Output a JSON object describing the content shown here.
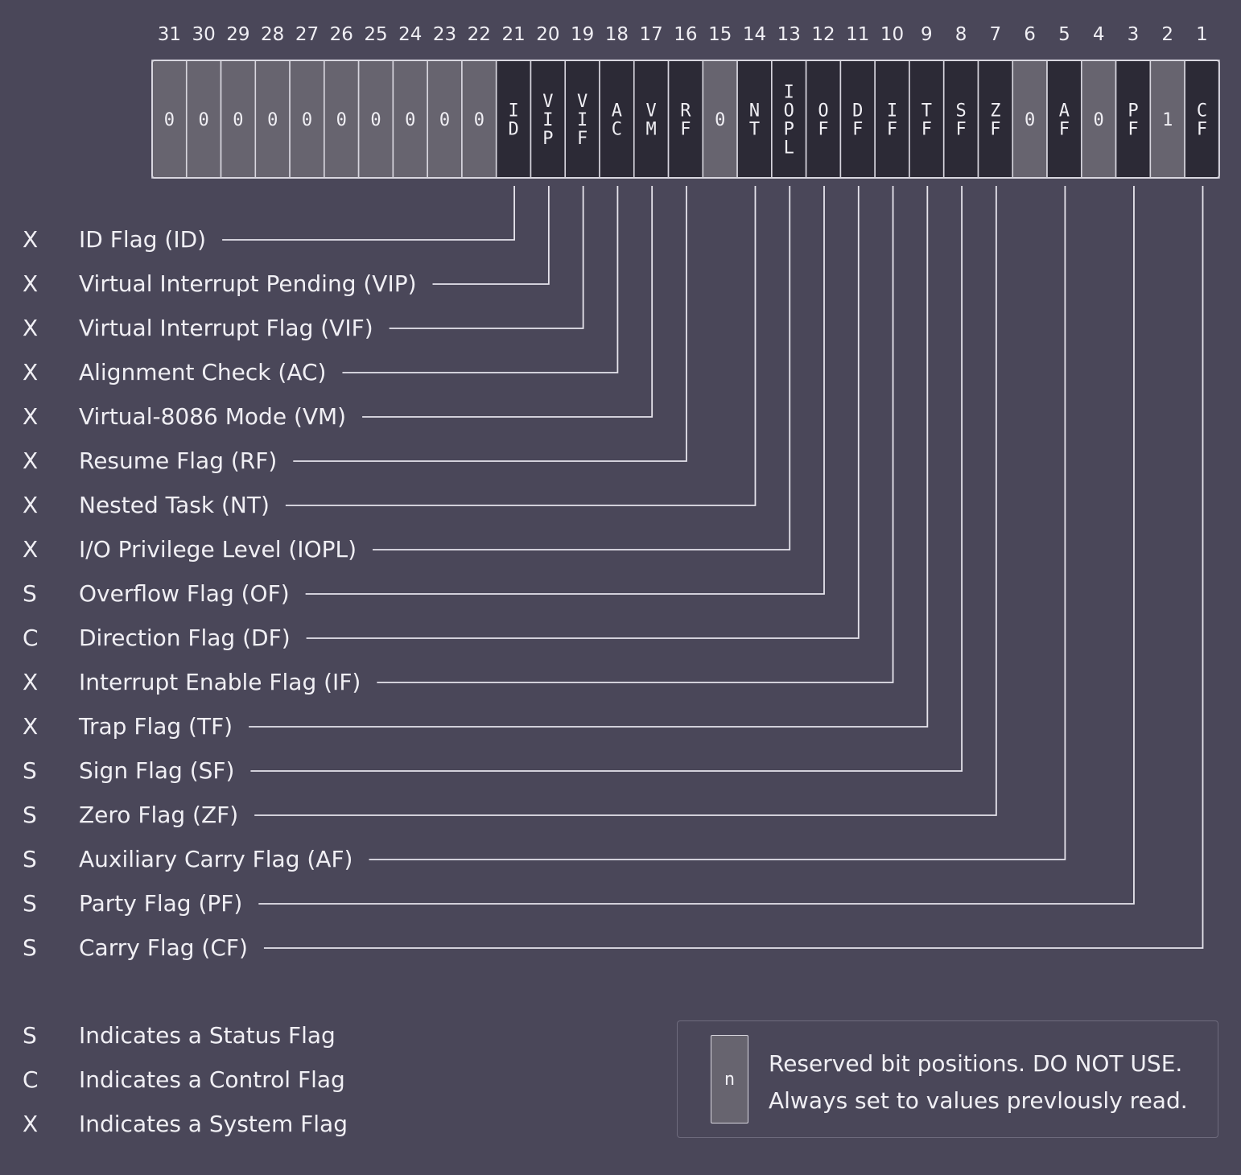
{
  "bit_numbers": [
    "31",
    "30",
    "29",
    "28",
    "27",
    "26",
    "25",
    "24",
    "23",
    "22",
    "21",
    "20",
    "19",
    "18",
    "17",
    "16",
    "15",
    "14",
    "13",
    "12",
    "11",
    "10",
    "9",
    "8",
    "7",
    "6",
    "5",
    "4",
    "3",
    "2",
    "1"
  ],
  "cells": [
    {
      "text": "0",
      "reserved": true
    },
    {
      "text": "0",
      "reserved": true
    },
    {
      "text": "0",
      "reserved": true
    },
    {
      "text": "0",
      "reserved": true
    },
    {
      "text": "0",
      "reserved": true
    },
    {
      "text": "0",
      "reserved": true
    },
    {
      "text": "0",
      "reserved": true
    },
    {
      "text": "0",
      "reserved": true
    },
    {
      "text": "0",
      "reserved": true
    },
    {
      "text": "0",
      "reserved": true
    },
    {
      "text": "I\nD",
      "reserved": false
    },
    {
      "text": "V\nI\nP",
      "reserved": false
    },
    {
      "text": "V\nI\nF",
      "reserved": false
    },
    {
      "text": "A\nC",
      "reserved": false
    },
    {
      "text": "V\nM",
      "reserved": false
    },
    {
      "text": "R\nF",
      "reserved": false
    },
    {
      "text": "0",
      "reserved": true
    },
    {
      "text": "N\nT",
      "reserved": false
    },
    {
      "text": "I\nO\nP\nL",
      "reserved": false
    },
    {
      "text": "O\nF",
      "reserved": false
    },
    {
      "text": "D\nF",
      "reserved": false
    },
    {
      "text": "I\nF",
      "reserved": false
    },
    {
      "text": "T\nF",
      "reserved": false
    },
    {
      "text": "S\nF",
      "reserved": false
    },
    {
      "text": "Z\nF",
      "reserved": false
    },
    {
      "text": "0",
      "reserved": true
    },
    {
      "text": "A\nF",
      "reserved": false
    },
    {
      "text": "0",
      "reserved": true
    },
    {
      "text": "P\nF",
      "reserved": false
    },
    {
      "text": "1",
      "reserved": true
    },
    {
      "text": "C\nF",
      "reserved": false
    }
  ],
  "flags": [
    {
      "type": "X",
      "name": "ID Flag (ID)",
      "bit": "21"
    },
    {
      "type": "X",
      "name": "Virtual Interrupt Pending (VIP)",
      "bit": "20"
    },
    {
      "type": "X",
      "name": "Virtual Interrupt Flag (VIF)",
      "bit": "19"
    },
    {
      "type": "X",
      "name": "Alignment Check (AC)",
      "bit": "18"
    },
    {
      "type": "X",
      "name": "Virtual-8086 Mode (VM)",
      "bit": "17"
    },
    {
      "type": "X",
      "name": "Resume Flag (RF)",
      "bit": "16"
    },
    {
      "type": "X",
      "name": "Nested Task (NT)",
      "bit": "14"
    },
    {
      "type": "X",
      "name": "I/O Privilege Level (IOPL)",
      "bit": "13"
    },
    {
      "type": "S",
      "name": "Overflow Flag (OF)",
      "bit": "12"
    },
    {
      "type": "C",
      "name": "Direction Flag (DF)",
      "bit": "11"
    },
    {
      "type": "X",
      "name": "Interrupt Enable Flag (IF)",
      "bit": "10"
    },
    {
      "type": "X",
      "name": "Trap Flag  (TF)",
      "bit": "9"
    },
    {
      "type": "S",
      "name": "Sign Flag  (SF)",
      "bit": "8"
    },
    {
      "type": "S",
      "name": "Zero Flag (ZF)",
      "bit": "7"
    },
    {
      "type": "S",
      "name": "Auxiliary Carry Flag (AF)",
      "bit": "5"
    },
    {
      "type": "S",
      "name": "Party Flag (PF)",
      "bit": "3"
    },
    {
      "type": "S",
      "name": "Carry Flag (CF)",
      "bit": "1"
    }
  ],
  "legend": [
    {
      "letter": "S",
      "text": "Indicates a Status Flag"
    },
    {
      "letter": "C",
      "text": "Indicates a Control Flag"
    },
    {
      "letter": "X",
      "text": "Indicates a System Flag"
    }
  ],
  "reserved_box": {
    "swatch": "n",
    "line1": "Reserved bit positions. DO NOT USE.",
    "line2": "Always set to values prevlously read."
  },
  "colors": {
    "background": "#4a4759",
    "reserved_cell": "#67646f",
    "flag_cell": "#2c2a36",
    "cell_border": "#d8d6df",
    "text": "#f0eff4"
  }
}
